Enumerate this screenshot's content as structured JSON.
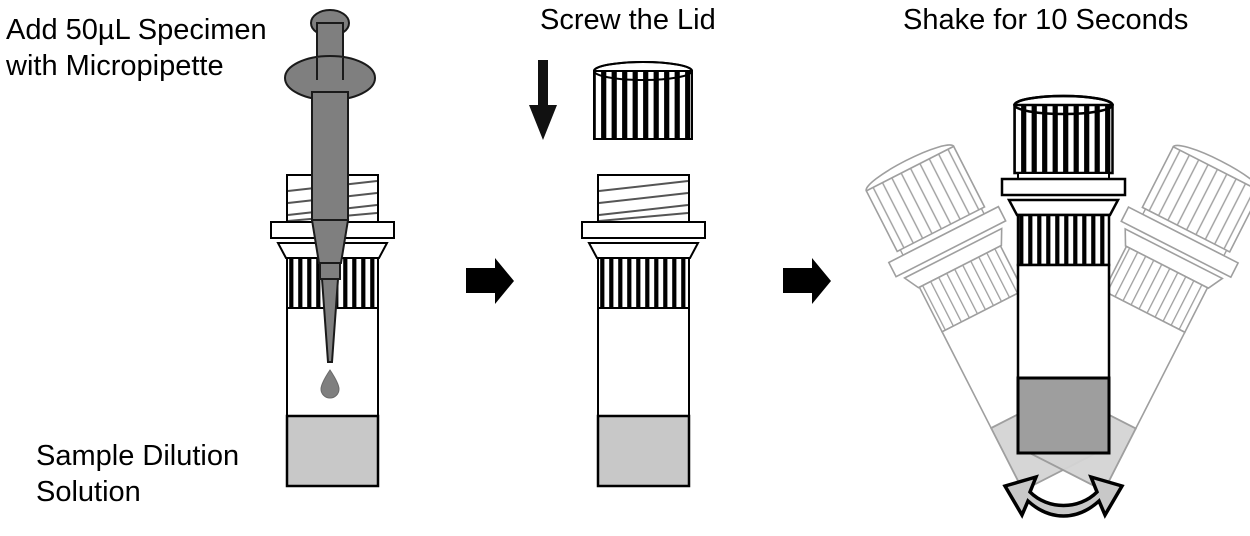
{
  "diagram": {
    "title_semantic": "lateral-flow-specimen-preparation-steps",
    "background_color": "#ffffff",
    "line_color": "#000000",
    "ghost_color": "#9a9a9a",
    "pipette_color": "#7f7f7f",
    "liquid_light_color": "#c8c8c8",
    "liquid_dark_color": "#9e9e9e",
    "arrow_color": "#000000",
    "shake_arrow_fill": "#c8c8c8"
  },
  "steps": [
    {
      "id": "step-1",
      "caption_line1": "Add 50µL Specimen",
      "caption_line2": "with Micropipette",
      "sublabel_line1": "Sample Dilution",
      "sublabel_line2": "Solution"
    },
    {
      "id": "step-2",
      "caption_line1": "Screw the Lid"
    },
    {
      "id": "step-3",
      "caption_line1": "Shake for 10 Seconds"
    }
  ],
  "captions": {
    "step1_line1": "Add 50µL Specimen",
    "step1_line2": "with Micropipette",
    "step1_solution_line1": "Sample Dilution",
    "step1_solution_line2": "Solution",
    "step2": "Screw the Lid",
    "step3": "Shake for 10 Seconds"
  },
  "icons": {
    "down_arrow": "down-arrow-icon",
    "right_arrow_1": "right-arrow-icon",
    "right_arrow_2": "right-arrow-icon",
    "shake_arrow": "double-headed-curved-arrow-icon",
    "droplet": "droplet-icon",
    "micropipette": "micropipette-icon",
    "tube": "collection-tube-icon",
    "cap": "screw-cap-icon"
  }
}
